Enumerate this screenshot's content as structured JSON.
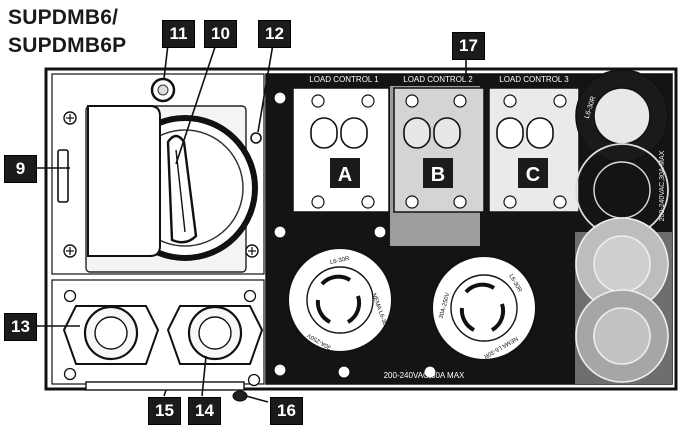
{
  "model": {
    "line1": "SUPDMB6/",
    "line2": "SUPDMB6P"
  },
  "callouts": [
    "9",
    "10",
    "11",
    "12",
    "13",
    "14",
    "15",
    "16",
    "17"
  ],
  "panel": {
    "load_control_1": "LOAD CONTROL 1",
    "load_control_2": "LOAD CONTROL 2",
    "load_control_3": "LOAD CONTROL 3",
    "breaker_a": "A",
    "breaker_b": "B",
    "breaker_c": "C",
    "rating_bottom": "200-240VAC,30A MAX",
    "round_outlet_left_label_1": "L6-30R",
    "round_outlet_left_label_2": "NEMA L6-30",
    "round_outlet_left_label_3": "30A-250V",
    "round_outlet_right_label_1": "30A-250V",
    "round_outlet_right_label_2": "NEMA L6-30R",
    "round_outlet_right_label_3": "L6-30R",
    "side_outlet_label": "L6-30R",
    "side_rating": "200-240VAC,30A MAX"
  }
}
